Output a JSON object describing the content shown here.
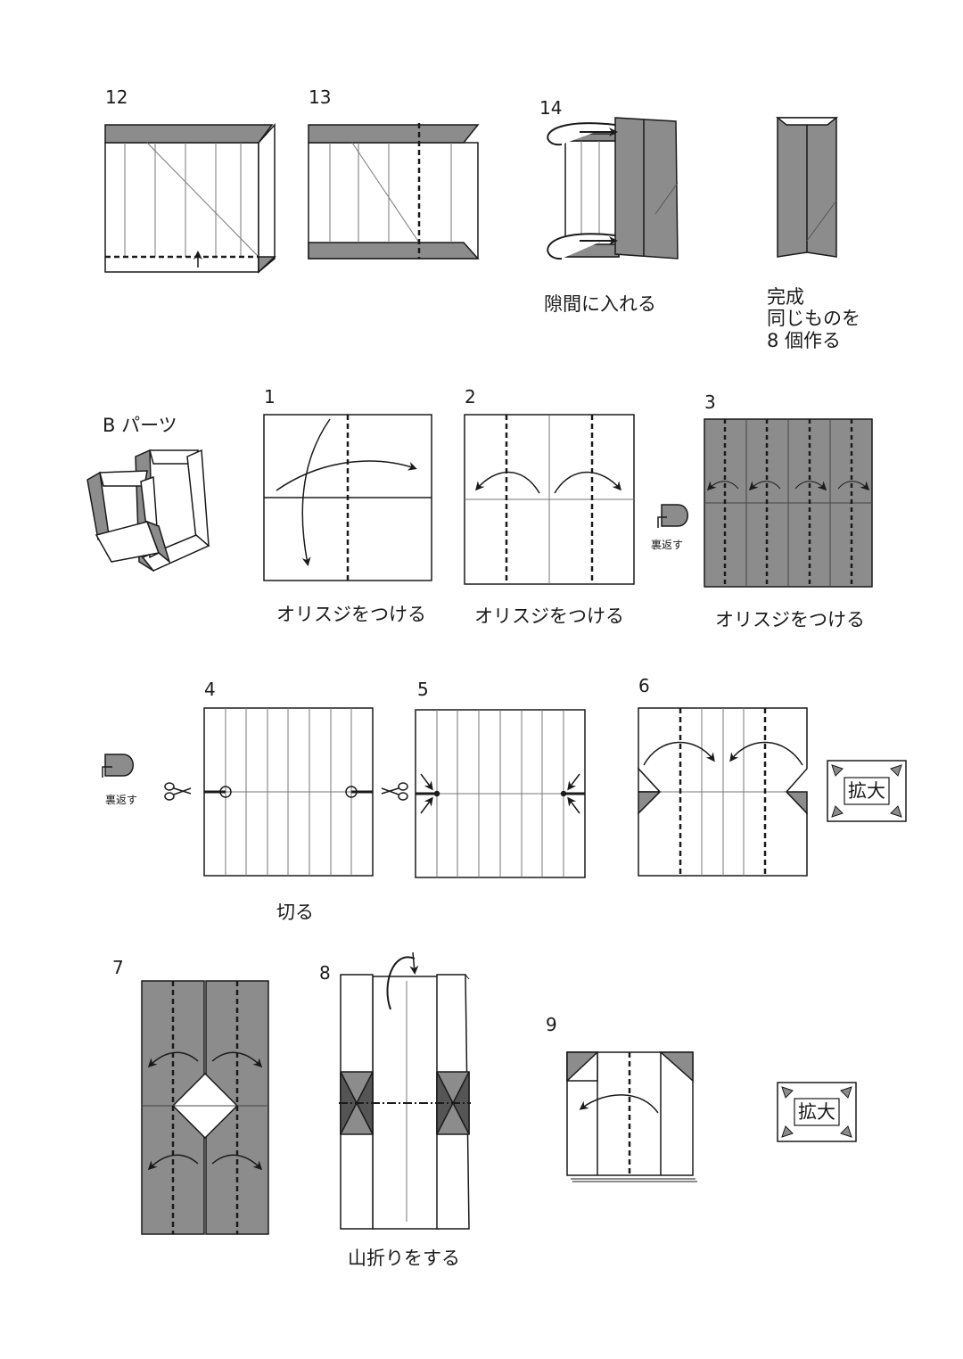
{
  "colors": {
    "paper": "#ffffff",
    "colored_side": "#8c8c8c",
    "line": "#1a1a1a",
    "crease": "#777777"
  },
  "top_row": {
    "step12": {
      "number": "12"
    },
    "step13": {
      "number": "13"
    },
    "step14": {
      "number": "14",
      "caption": "隙間に入れる"
    },
    "complete": {
      "line1": "完成",
      "line2": "同じものを",
      "line3": "8 個作る"
    }
  },
  "part_b": {
    "title": "B パーツ",
    "step1": {
      "number": "1",
      "caption": "オリスジをつける"
    },
    "step2": {
      "number": "2",
      "caption": "オリスジをつける"
    },
    "flip_a": {
      "label": "裏返す",
      "icon": "flip-over-icon"
    },
    "step3": {
      "number": "3",
      "caption": "オリスジをつける"
    }
  },
  "row3": {
    "flip_b": {
      "label": "裏返す",
      "icon": "flip-over-icon"
    },
    "step4": {
      "number": "4",
      "caption": "切る",
      "icon": "scissors-icon"
    },
    "step5": {
      "number": "5",
      "icon": "scissors-icon"
    },
    "step6": {
      "number": "6"
    },
    "zoom_a": {
      "label": "拡大",
      "icon": "enlarge-icon"
    }
  },
  "row4": {
    "step7": {
      "number": "7"
    },
    "step8": {
      "number": "8",
      "caption": "山折りをする"
    },
    "step9": {
      "number": "9"
    },
    "zoom_b": {
      "label": "拡大",
      "icon": "enlarge-icon"
    }
  }
}
